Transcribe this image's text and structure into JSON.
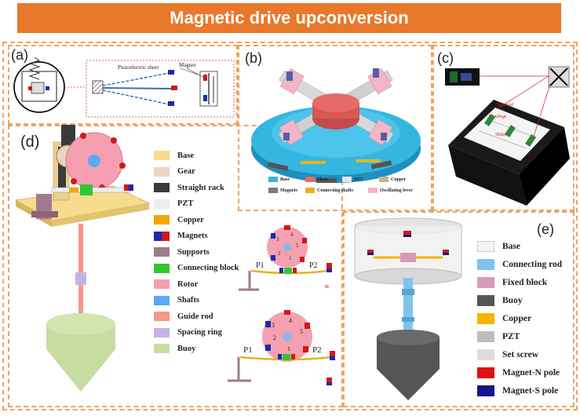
{
  "title": "Magnetic drive upconversion",
  "panels": {
    "a": {
      "label": "(a)",
      "piezo_label": "Piezoelectric sheet",
      "magnet_label": "Magnet"
    },
    "b": {
      "label": "(b)"
    },
    "c": {
      "label": "(c)",
      "annotations": [
        "Solenoid",
        "Windings",
        "Slider"
      ]
    },
    "d": {
      "label": "(d)",
      "p1": "P1",
      "p2": "P2",
      "rotor_numbers": [
        "1",
        "2",
        "3",
        "4",
        "5"
      ]
    },
    "e": {
      "label": "(e)"
    }
  },
  "legend_b": [
    {
      "label": "Base",
      "color": "#35b6e0"
    },
    {
      "label": "Float",
      "color": "#e86a6a"
    },
    {
      "label": "PZT",
      "color": "#e6e6e6"
    },
    {
      "label": "Copper",
      "color": "#c9b48a"
    },
    {
      "label": "Magnets",
      "color": "#7a7a7a"
    },
    {
      "label": "Connecting shafts",
      "color": "#e6b420"
    },
    {
      "label": "Oscillating lever",
      "color": "#f2b6c8"
    }
  ],
  "legend_d": [
    {
      "label": "Base",
      "color": "#f6dc8c"
    },
    {
      "label": "Gear",
      "color": "#ead6c0"
    },
    {
      "label": "Straight rack",
      "color": "#3a3a3a"
    },
    {
      "label": "PZT",
      "color": "#eeeeee"
    },
    {
      "label": "Copper",
      "color": "#f6a400"
    },
    {
      "label": "Magnets",
      "color": "#d01818",
      "color2": "#1a2ab0"
    },
    {
      "label": "Supports",
      "color": "#a27a8e"
    },
    {
      "label": "Connecting block",
      "color": "#2ec82e"
    },
    {
      "label": "Rotor",
      "color": "#f4a0b0"
    },
    {
      "label": "Shafts",
      "color": "#5aaaf0"
    },
    {
      "label": "Guide rod",
      "color": "#f49a86"
    },
    {
      "label": "Spacing ring",
      "color": "#c0b4e6"
    },
    {
      "label": "Buoy",
      "color": "#c6dca0"
    }
  ],
  "legend_e": [
    {
      "label": "Base",
      "color": "#f4f4f4"
    },
    {
      "label": "Connecting rod",
      "color": "#7ec4ec"
    },
    {
      "label": "Fixed block",
      "color": "#d89ab8"
    },
    {
      "label": "Buoy",
      "color": "#555555"
    },
    {
      "label": "Copper",
      "color": "#f6b400"
    },
    {
      "label": "PZT",
      "color": "#bdbdbd"
    },
    {
      "label": "Set screw",
      "color": "#dcdcdc"
    },
    {
      "label": "Magnet-N pole",
      "color": "#e01010"
    },
    {
      "label": "Magnet-S pole",
      "color": "#14148a"
    }
  ]
}
